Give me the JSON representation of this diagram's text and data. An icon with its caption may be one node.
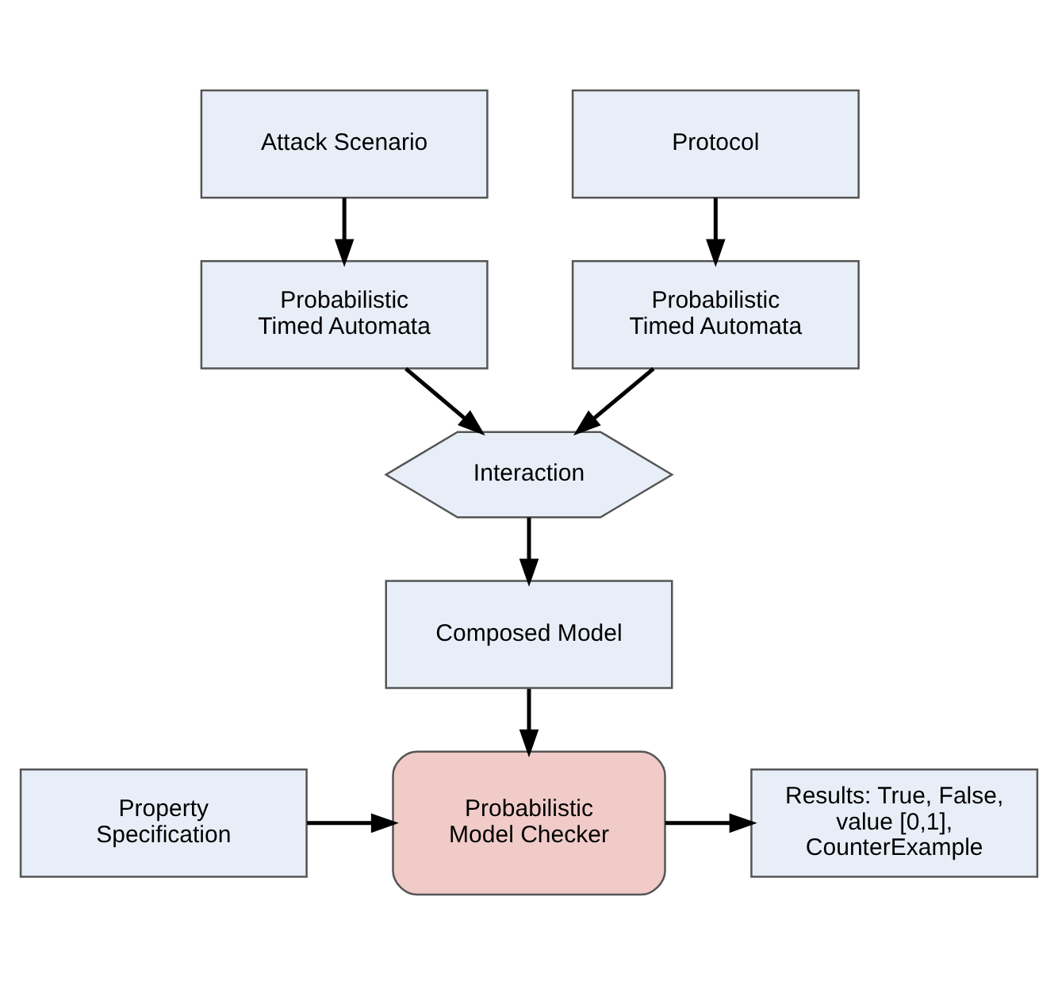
{
  "diagram": {
    "nodes": [
      {
        "text": [
          "Attack Scenario"
        ]
      },
      {
        "text": [
          "Protocol"
        ]
      },
      {
        "text": [
          "Probabilistic Timed Automata"
        ]
      },
      {
        "text": [
          "Probabilistic Timed Automata"
        ]
      },
      {
        "text": [
          "Interaction"
        ]
      },
      {
        "text": [
          "Composed Model"
        ]
      },
      {
        "text": [
          "Property Specification"
        ]
      },
      {
        "text": [
          "Probabilistic Model Checker"
        ]
      },
      {
        "text": [
          "Results: True, False, value [0,1], CounterExample"
        ]
      }
    ],
    "edges": [
      {
        "from": 0,
        "to": 2,
        "arrow": "to"
      },
      {
        "from": 1,
        "to": 3,
        "arrow": "to"
      },
      {
        "from": 2,
        "to": 4,
        "arrow": "to"
      },
      {
        "from": 3,
        "to": 4,
        "arrow": "to"
      },
      {
        "from": 4,
        "to": 5,
        "arrow": "to"
      },
      {
        "from": 5,
        "to": 7,
        "arrow": "to"
      },
      {
        "from": 6,
        "to": 7,
        "arrow": "to"
      },
      {
        "from": 7,
        "to": 8,
        "arrow": "to"
      }
    ]
  }
}
